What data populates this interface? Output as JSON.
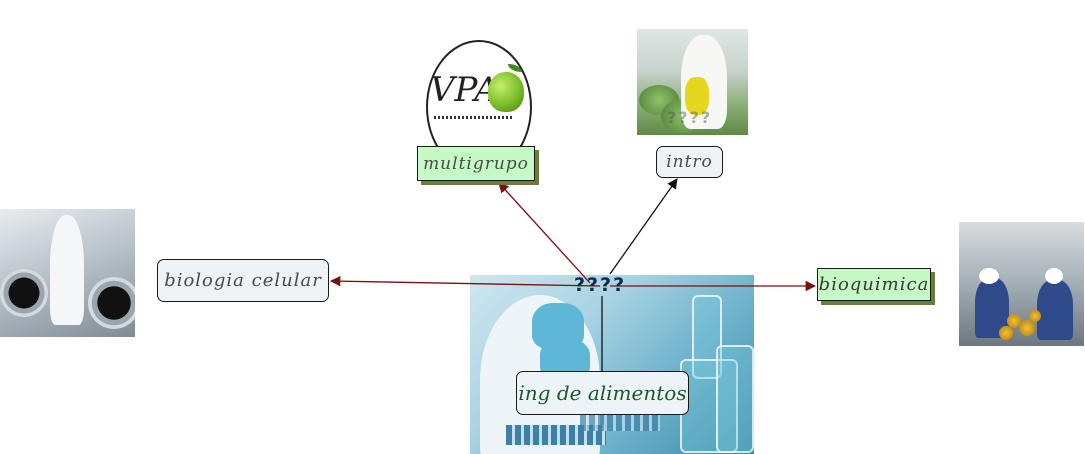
{
  "central_node": {
    "label": "ing de alimentos",
    "marker": "????"
  },
  "nodes": {
    "biologia": "biologia celular",
    "multigrupo": "multigrupo",
    "intro": "intro",
    "bioquimica": "bioquimica"
  },
  "hidden_marker": "????",
  "logo": {
    "letters": "VPA"
  },
  "colors": {
    "arrow_dark_red": "#7a0f0f",
    "arrow_black": "#111111",
    "green_node": "#c5fac5",
    "light_node": "#eef3f8"
  }
}
